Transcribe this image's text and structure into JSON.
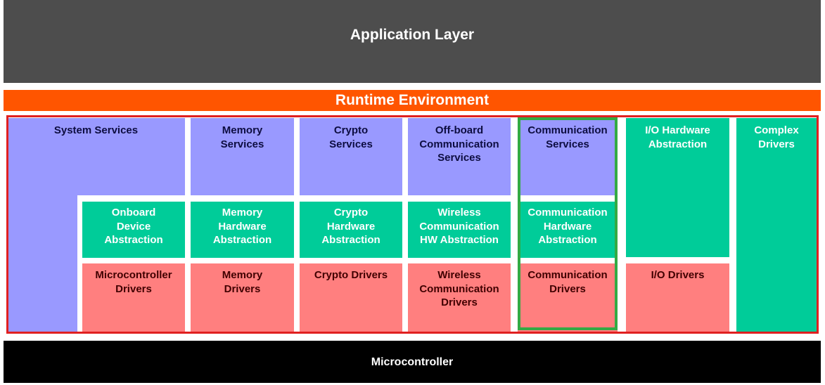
{
  "layers": {
    "application": "Application Layer",
    "runtime": "Runtime Environment",
    "microcontroller": "Microcontroller"
  },
  "services": {
    "system": "System Services",
    "memory": "Memory\nServices",
    "crypto": "Crypto\nServices",
    "offboard": "Off-board\nCommunication\nServices",
    "communication": "Communication\nServices"
  },
  "hardware_abstraction": {
    "onboard": "Onboard\nDevice\nAbstraction",
    "memory": "Memory\nHardware\nAbstraction",
    "crypto": "Crypto\nHardware\nAbstraction",
    "wireless": "Wireless\nCommunication\nHW Abstraction",
    "communication": "Communication\nHardware\nAbstraction",
    "io": "I/O Hardware\nAbstraction"
  },
  "drivers": {
    "microcontroller": "Microcontroller\nDrivers",
    "memory": "Memory\nDrivers",
    "crypto": "Crypto Drivers",
    "wireless": "Wireless\nCommunication\nDrivers",
    "communication": "Communication\nDrivers",
    "io": "I/O Drivers"
  },
  "complex": "Complex\nDrivers",
  "colors": {
    "application": "#4d4d4d",
    "runtime": "#ff5500",
    "services": "#9999ff",
    "hardware_abstraction": "#00cc99",
    "drivers": "#ff7f7f",
    "microcontroller": "#000000",
    "highlight_red": "#e02020",
    "highlight_green": "#33aa44"
  }
}
